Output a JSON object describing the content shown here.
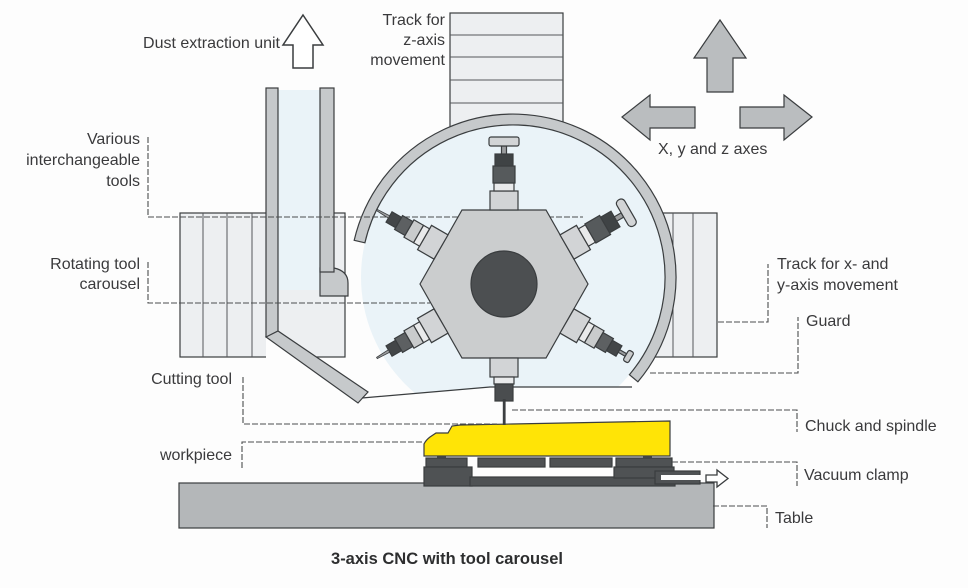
{
  "diagram": {
    "caption": "3-axis CNC with tool carousel",
    "labels": {
      "dust_extraction": "Dust extraction unit",
      "z_track": [
        "Track for",
        "z-axis",
        "movement"
      ],
      "interchangeable_tools": [
        "Various",
        "interchangeable",
        "tools"
      ],
      "rotating_carousel": [
        "Rotating tool",
        "carousel"
      ],
      "cutting_tool": "Cutting tool",
      "workpiece": "workpiece",
      "axes": "X, y and z axes",
      "xy_track": [
        "Track for x- and",
        "y-axis movement"
      ],
      "guard": "Guard",
      "chuck_spindle": "Chuck and spindle",
      "vacuum_clamp": "Vacuum clamp",
      "table": "Table"
    },
    "colors": {
      "workpiece_yellow": "#ffe406",
      "enclosure_blue": "#eaf3f8",
      "guard_gray": "#c6c9cb",
      "track_fill": "#edeff1",
      "metal_light": "#d2d4d6",
      "metal_dark": "#53565a",
      "table_gray": "#b4b7b9",
      "arrow_gray": "#babdbf",
      "outline": "#3a3d3f"
    }
  }
}
